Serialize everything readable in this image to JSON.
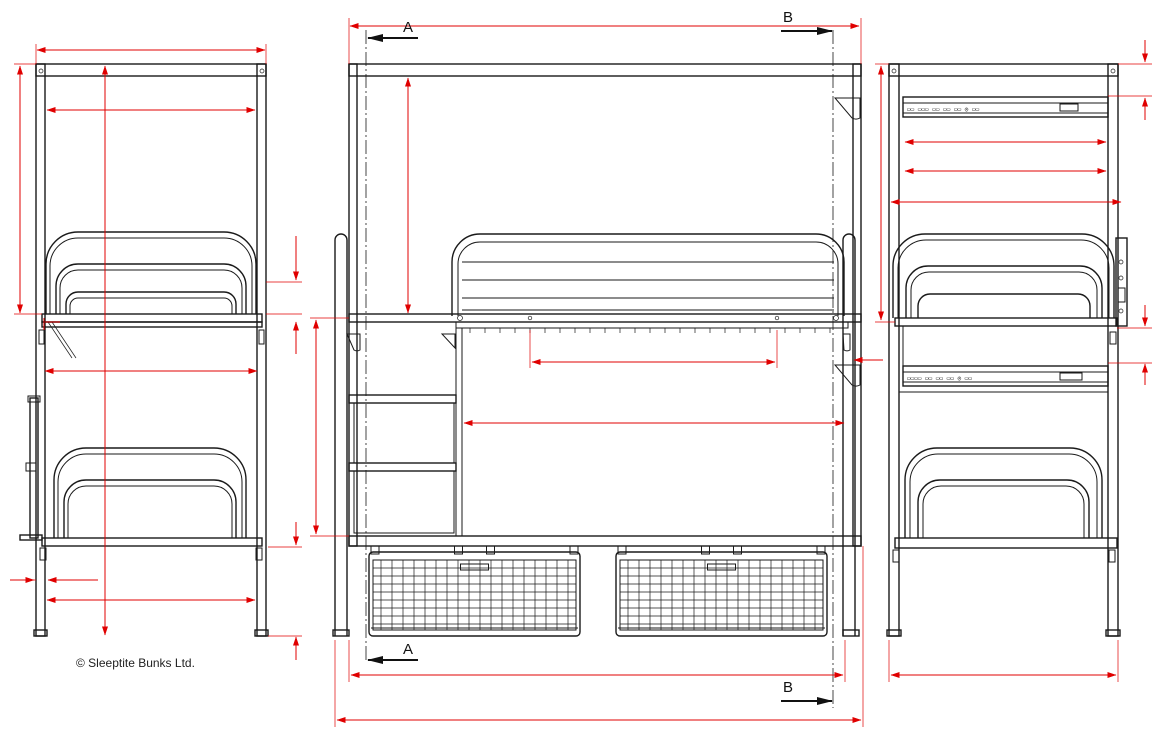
{
  "copyright": "© Sleeptite Bunks Ltd.",
  "section_labels": {
    "a_top": "A",
    "b_top": "B",
    "a_bottom": "A",
    "b_bottom": "B"
  },
  "colors": {
    "dimension": "#e00000",
    "outline": "#1a1a1a",
    "background": "#ffffff"
  },
  "views": [
    "left-elevation",
    "front-elevation",
    "right-elevation"
  ],
  "icons": [
    "section-arrow-icon",
    "dimension-arrow-icon",
    "power-socket-icon"
  ]
}
